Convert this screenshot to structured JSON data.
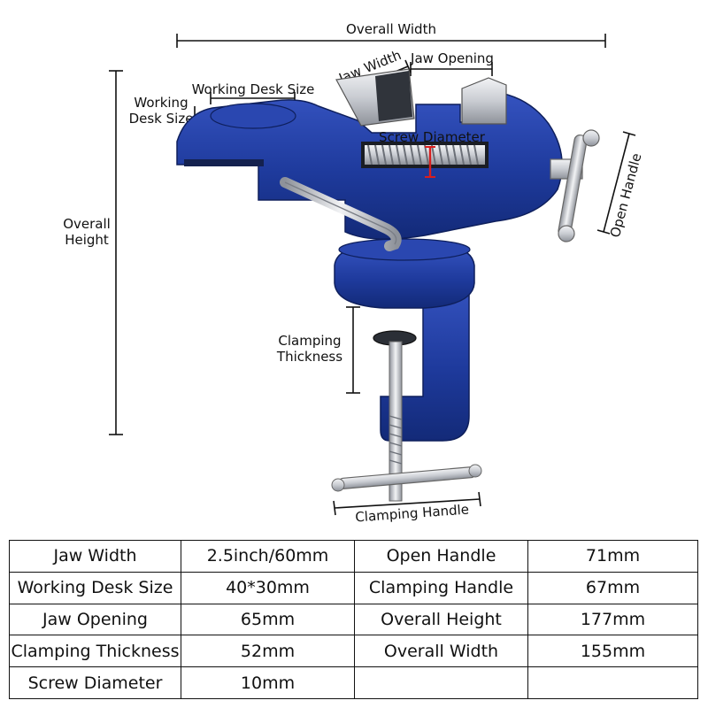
{
  "labels": {
    "overall_width": "Overall Width",
    "jaw_width": "Jaw Width",
    "jaw_opening": "Jaw Opening",
    "working_desk_size_top": "Working Desk Size",
    "working_line1": "Working",
    "working_line2": "Desk Size",
    "screw_diameter": "Screw Diameter",
    "open_handle": "Open Handle",
    "overall_height_line1": "Overall",
    "overall_height_line2": "Height",
    "clamping_thickness_line1": "Clamping",
    "clamping_thickness_line2": "Thickness",
    "clamping_handle": "Clamping Handle"
  },
  "colors": {
    "body_blue": "#1e3a9c",
    "body_dark": "#132a78",
    "body_light": "#3553c0",
    "steel": "#c9ccd2",
    "steel_dark": "#8e929a",
    "screw_red": "#d81e1e"
  },
  "specs": [
    [
      "Jaw Width",
      "2.5inch/60mm",
      "Open Handle",
      "71mm"
    ],
    [
      "Working Desk Size",
      "40*30mm",
      "Clamping Handle",
      "67mm"
    ],
    [
      "Jaw Opening",
      "65mm",
      "Overall Height",
      "177mm"
    ],
    [
      "Clamping Thickness",
      "52mm",
      "Overall Width",
      "155mm"
    ],
    [
      "Screw Diameter",
      "10mm",
      "",
      ""
    ]
  ]
}
